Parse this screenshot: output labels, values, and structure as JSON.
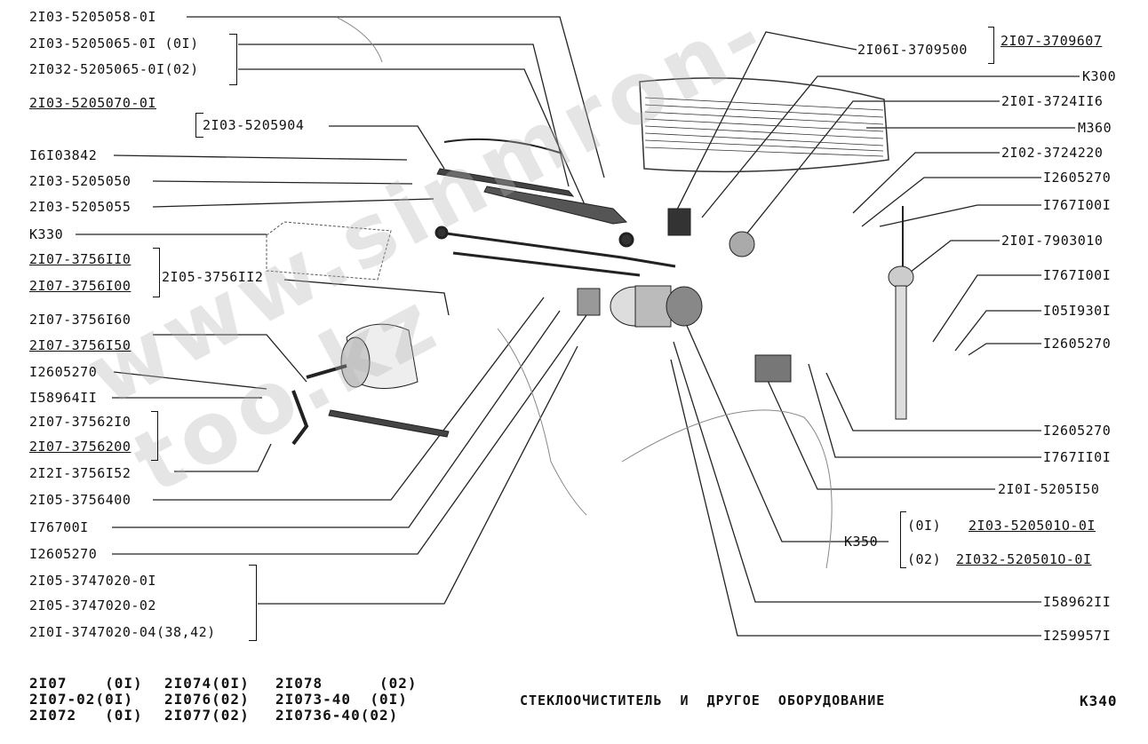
{
  "left_labels": [
    "2I03-5205058-0I",
    "2I03-5205065-0I (0I)",
    "2I032-5205065-0I(02)",
    "2I03-5205070-0I",
    "2I03-5205904",
    "I6I03842",
    "2I03-5205050",
    "2I03-5205055",
    "К330",
    "2I07-3756II0",
    "2I07-3756I00",
    "2I05-3756II2",
    "2I07-3756I60",
    "2I07-3756I50",
    "I2605270",
    "I58964II",
    "2I07-37562I0",
    "2I07-3756200",
    "2I2I-3756I52",
    "2I05-3756400",
    "I76700I",
    "I2605270",
    "2I05-3747020-0I",
    "2I05-3747020-02",
    "2I0I-3747020-04(38,42)"
  ],
  "right_labels": [
    "2I06I-3709500",
    "2I07-3709607",
    "К300",
    "2I0I-3724II6",
    "М360",
    "2I02-3724220",
    "I2605270",
    "I767I00I",
    "2I0I-7903010",
    "I767I00I",
    "I05I930I",
    "I2605270",
    "I2605270",
    "I767II0I",
    "2I0I-5205I50",
    "К350",
    "(0I)",
    "2I03-520501O-0I",
    "(02)",
    "2I032-520501O-0I",
    "I58962II",
    "I259957I"
  ],
  "footer": {
    "models_col1": [
      "2I07    (0I)",
      "2I07-02(0I)",
      "2I072   (0I)"
    ],
    "models_col2": [
      "2I074(0I)",
      "2I076(02)",
      "2I077(02)"
    ],
    "models_col3": [
      "2I078      (02)",
      "2I073-40  (0I)",
      "2I0736-40(02)"
    ],
    "title": "СТЕКЛООЧИСТИТЕЛЬ  И  ДРУГОЕ  ОБОРУДОВАНИЕ",
    "page_code": "К340"
  },
  "watermark": "www.sinmron-too.kz"
}
